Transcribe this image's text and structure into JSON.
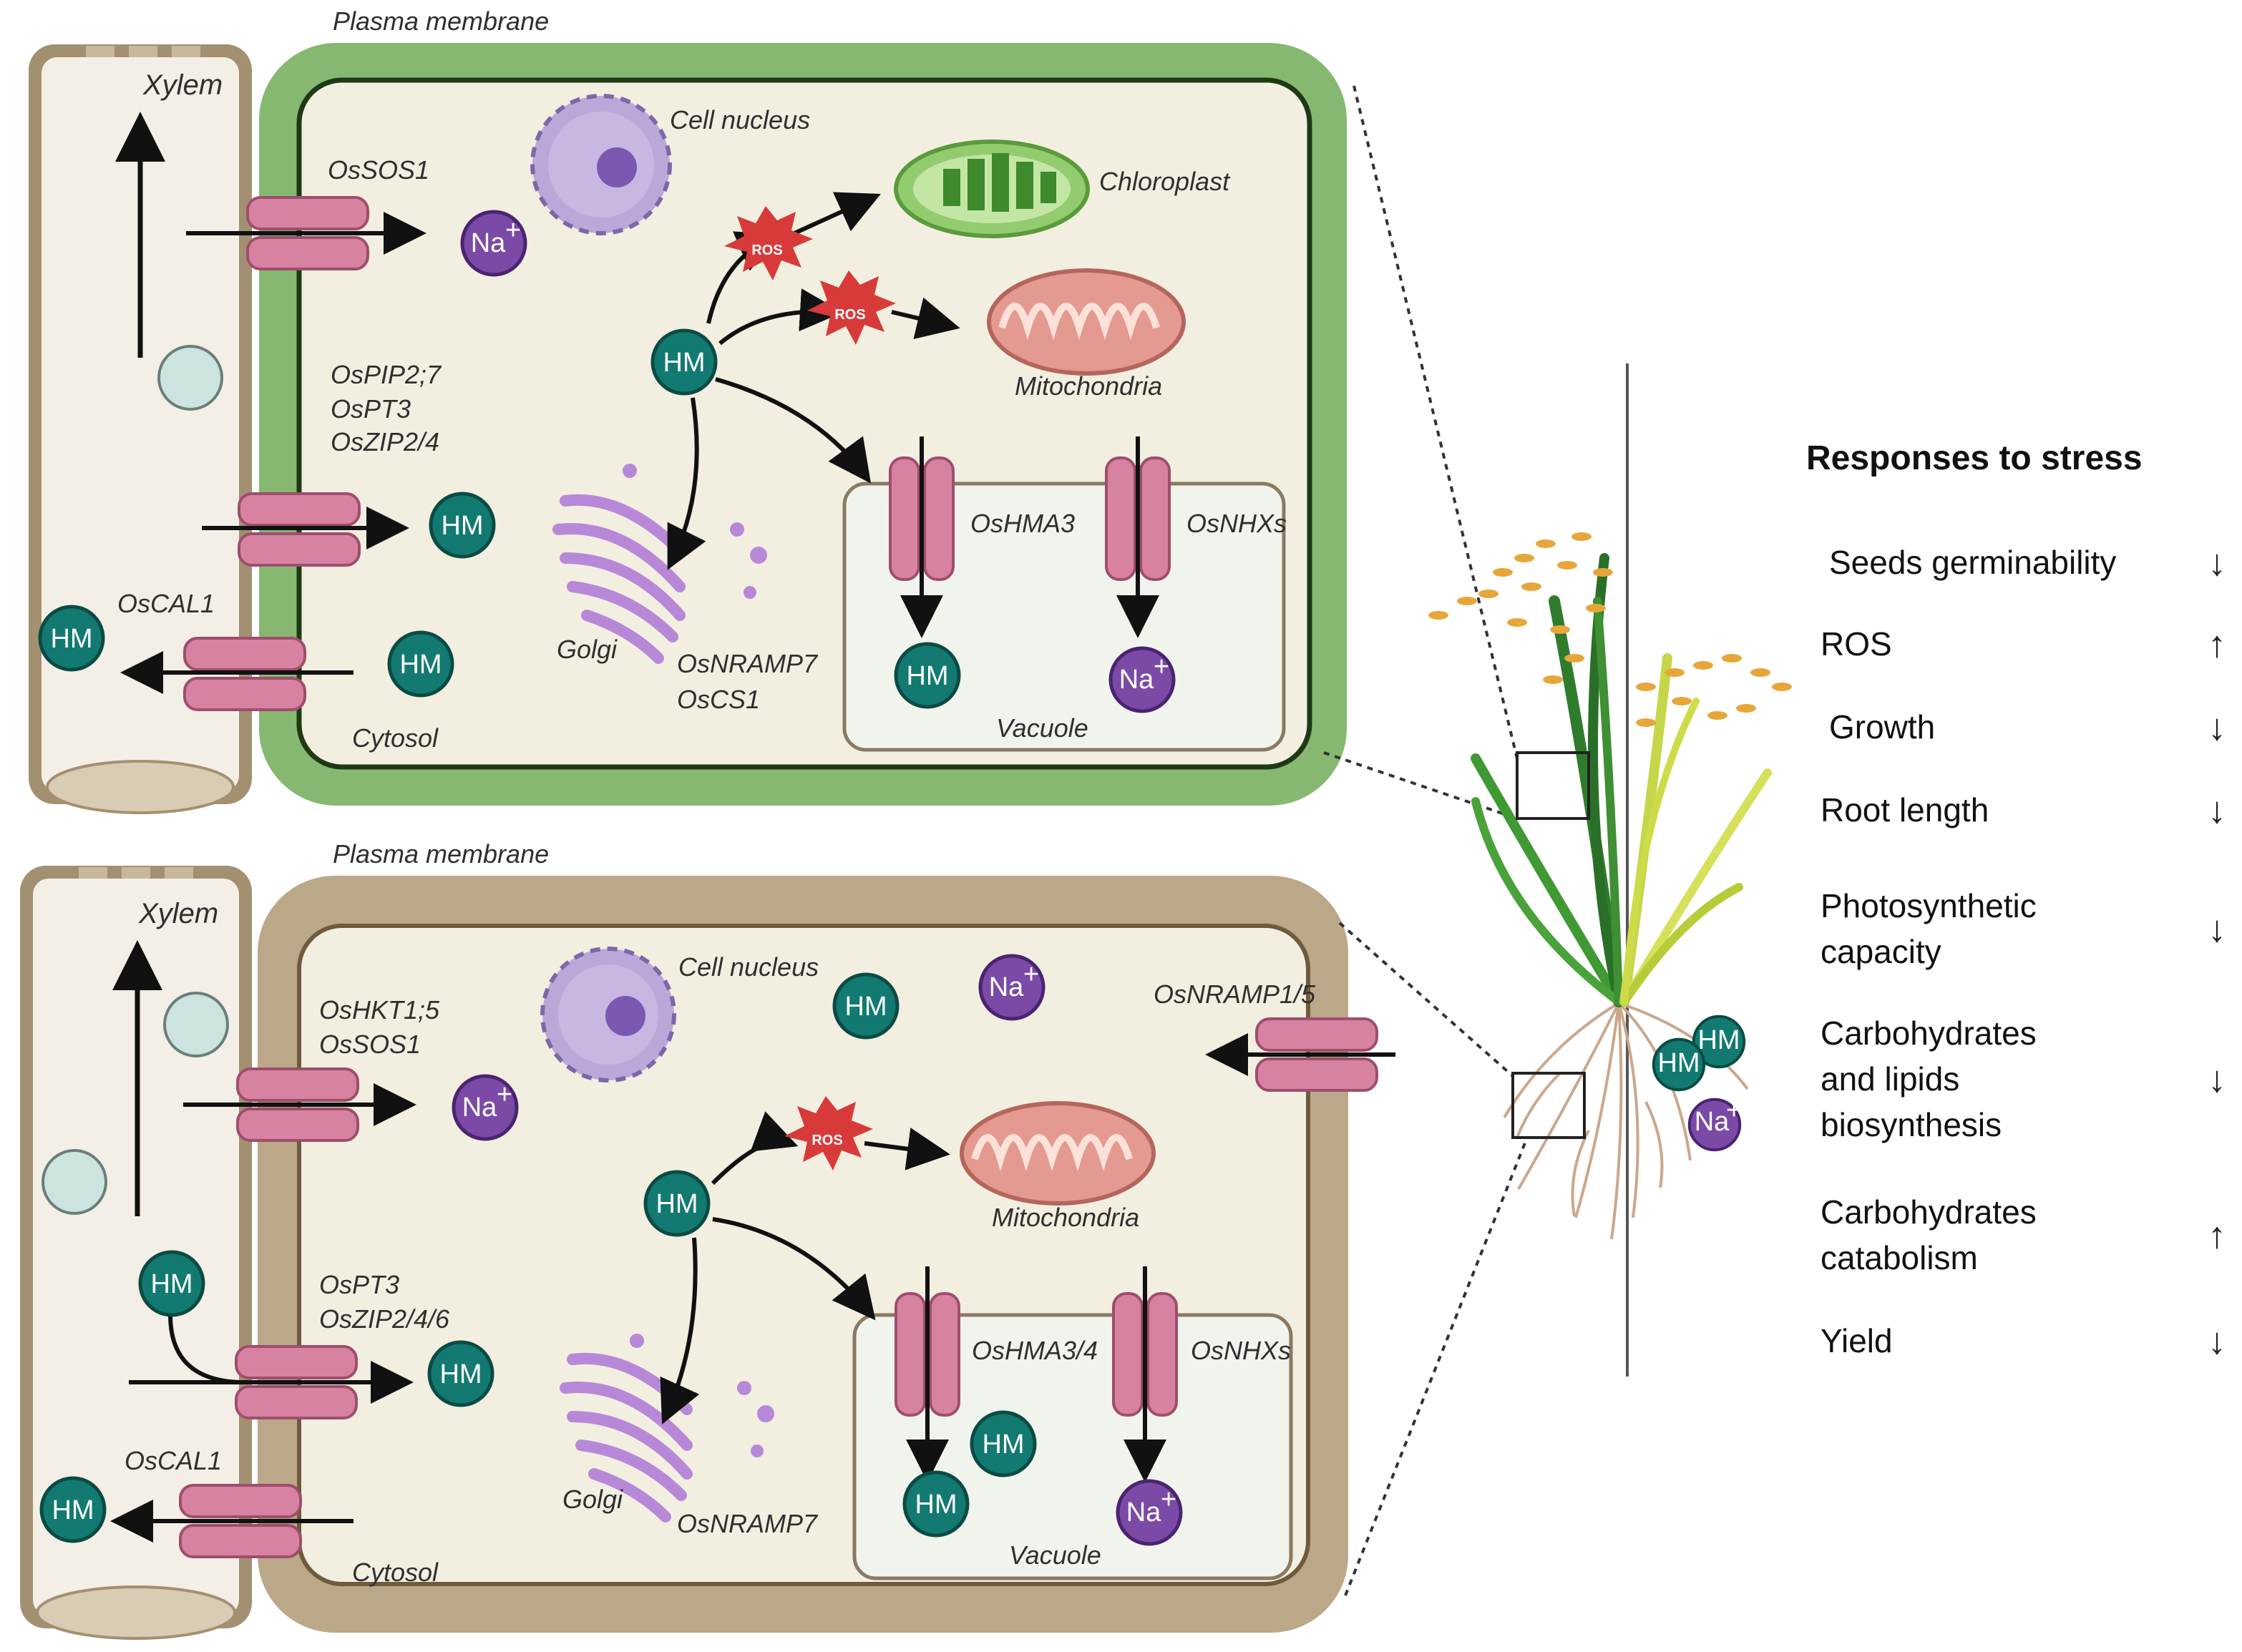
{
  "top_cell": {
    "plasma_membrane": "Plasma membrane",
    "xylem": "Xylem",
    "cell_nucleus": "Cell nucleus",
    "chloroplast": "Chloroplast",
    "mitochondria": "Mitochondria",
    "golgi": "Golgi",
    "cytosol": "Cytosol",
    "vacuole": "Vacuole",
    "efflux_transporter": "OsSOS1",
    "uptake_transporters": [
      "OsPIP2;7",
      "OsPT3",
      "OsZIP2/4"
    ],
    "xylem_loader": "OsCAL1",
    "vacuole_transporter_hm": "OsHMA3",
    "vacuole_transporter_na": "OsNHXs",
    "golgi_transporters": [
      "OsNRAMP7",
      "OsCS1"
    ]
  },
  "bottom_cell": {
    "plasma_membrane": "Plasma membrane",
    "xylem": "Xylem",
    "cell_nucleus": "Cell nucleus",
    "mitochondria": "Mitochondria",
    "golgi": "Golgi",
    "cytosol": "Cytosol",
    "vacuole": "Vacuole",
    "na_transporters": [
      "OsHKT1;5",
      "OsSOS1"
    ],
    "hm_transporters": [
      "OsPT3",
      "OsZIP2/4/6"
    ],
    "xylem_loader": "OsCAL1",
    "vacuole_transporter_hm": "OsHMA3/4",
    "vacuole_transporter_na": "OsNHXs",
    "golgi_transporter": "OsNRAMP7",
    "root_influx": "OsNRAMP1/5"
  },
  "ions": {
    "hm": "HM",
    "na": "Na",
    "na_sup": "+",
    "ros": "ROS"
  },
  "responses": {
    "title": "Responses to stress",
    "items": [
      {
        "lines": [
          "Seeds germinability"
        ],
        "direction": "down",
        "symbol": "↓"
      },
      {
        "lines": [
          "ROS"
        ],
        "direction": "up",
        "symbol": "↑"
      },
      {
        "lines": [
          "Growth"
        ],
        "direction": "down",
        "symbol": "↓"
      },
      {
        "lines": [
          "Root length"
        ],
        "direction": "down",
        "symbol": "↓"
      },
      {
        "lines": [
          "Photosynthetic",
          "capacity"
        ],
        "direction": "down",
        "symbol": "↓"
      },
      {
        "lines": [
          "Carbohydrates",
          "and lipids",
          "biosynthesis"
        ],
        "direction": "down",
        "symbol": "↓"
      },
      {
        "lines": [
          "Carbohydrates",
          "catabolism"
        ],
        "direction": "up",
        "symbol": "↑"
      },
      {
        "lines": [
          "Yield"
        ],
        "direction": "down",
        "symbol": "↓"
      }
    ]
  },
  "colors": {
    "hm_ion": "#127a70",
    "na_ion": "#7b4aa6",
    "leaf_cell_wall": "#86b872",
    "root_cell_wall": "#bba888",
    "cytoplasm": "#f2efe0",
    "transporter": "#d782a0",
    "ros": "#d83a3a"
  }
}
